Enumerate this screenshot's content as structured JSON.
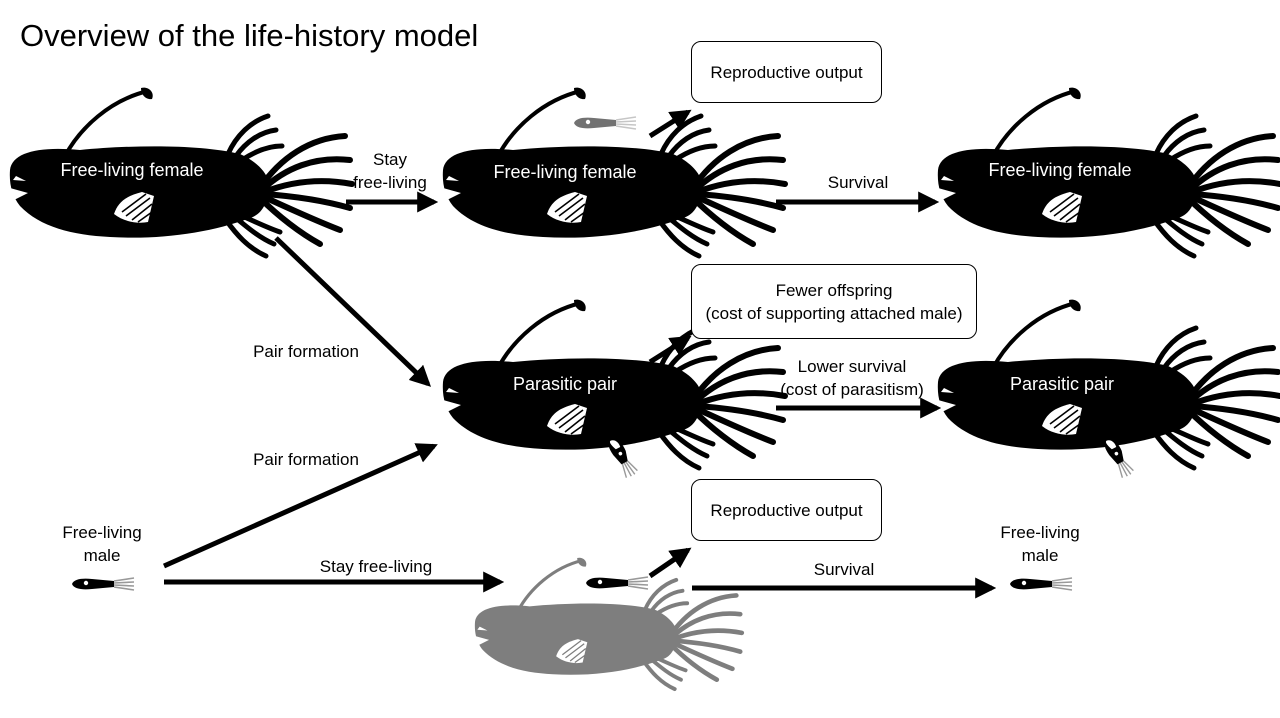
{
  "title": "Overview of the life-history model",
  "states": {
    "ff_left": "Free-living female",
    "ff_mid": "Free-living female",
    "ff_right": "Free-living female",
    "pp_mid": "Parasitic pair",
    "pp_right": "Parasitic pair",
    "male_left": [
      "Free-living",
      "male"
    ],
    "male_right": [
      "Free-living",
      "male"
    ]
  },
  "boxes": {
    "repro_top": [
      "Reproductive output"
    ],
    "fewer": [
      "Fewer offspring",
      "(cost of supporting attached male)"
    ],
    "repro_bottom": [
      "Reproductive output"
    ]
  },
  "transitions": {
    "stay_ff": [
      "Stay",
      "free-living"
    ],
    "survival_top": "Survival",
    "pair_formation_f": "Pair formation",
    "lower_survival": [
      "Lower survival",
      "(cost of parasitism)"
    ],
    "pair_formation_m": "Pair formation",
    "stay_m": "Stay free-living",
    "survival_bottom": "Survival"
  },
  "colors": {
    "fish": "#000000",
    "faded_fish": "#808080",
    "arrow": "#000000",
    "box_border": "#000000"
  }
}
